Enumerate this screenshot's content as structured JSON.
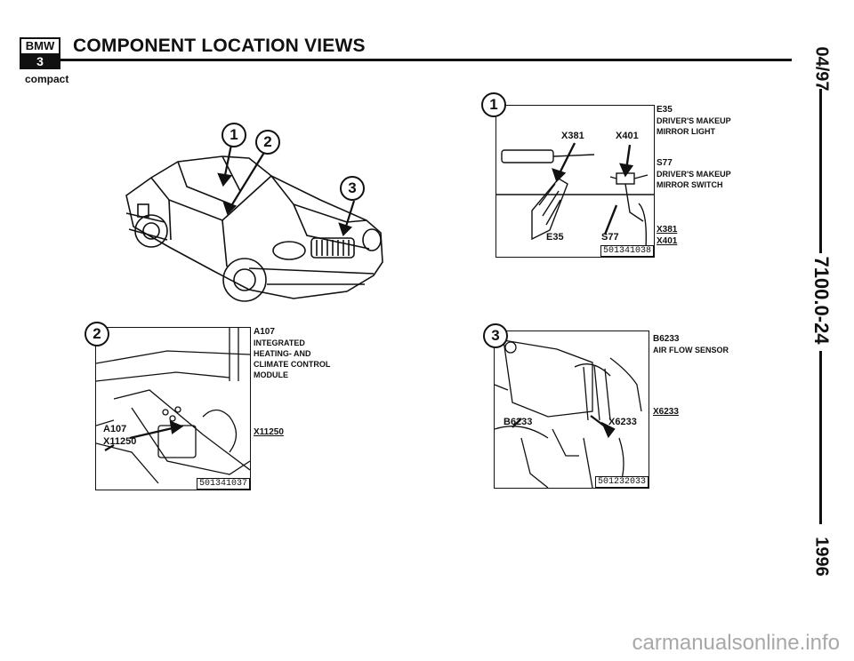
{
  "header": {
    "logo_top": "BMW",
    "logo_bottom": "3",
    "title": "COMPONENT LOCATION VIEWS",
    "subtitle": "compact"
  },
  "sidebar": {
    "date": "04/97",
    "code": "7100.0-24",
    "year": "1996"
  },
  "overview": {
    "callouts": [
      "1",
      "2",
      "3"
    ]
  },
  "panel1": {
    "number": "1",
    "labels": [
      "X381",
      "X401",
      "E35",
      "S77"
    ],
    "ref": "501341038",
    "legend": [
      {
        "code": "E35",
        "desc": "DRIVER'S MAKEUP\nMIRROR LIGHT"
      },
      {
        "code": "S77",
        "desc": "DRIVER'S MAKEUP\nMIRROR SWITCH"
      }
    ],
    "connectors": [
      "X381",
      "X401"
    ]
  },
  "panel2": {
    "number": "2",
    "labels": [
      "A107",
      "X11250"
    ],
    "ref": "501341037",
    "legend": [
      {
        "code": "A107",
        "desc": "INTEGRATED\nHEATING- AND\nCLIMATE CONTROL\nMODULE"
      }
    ],
    "connectors": [
      "X11250"
    ]
  },
  "panel3": {
    "number": "3",
    "labels": [
      "B6233",
      "X6233"
    ],
    "ref": "501232033",
    "legend": [
      {
        "code": "B6233",
        "desc": "AIR FLOW SENSOR"
      }
    ],
    "connectors": [
      "X6233"
    ]
  },
  "footer": {
    "watermark": "carmanualsonline.info"
  }
}
